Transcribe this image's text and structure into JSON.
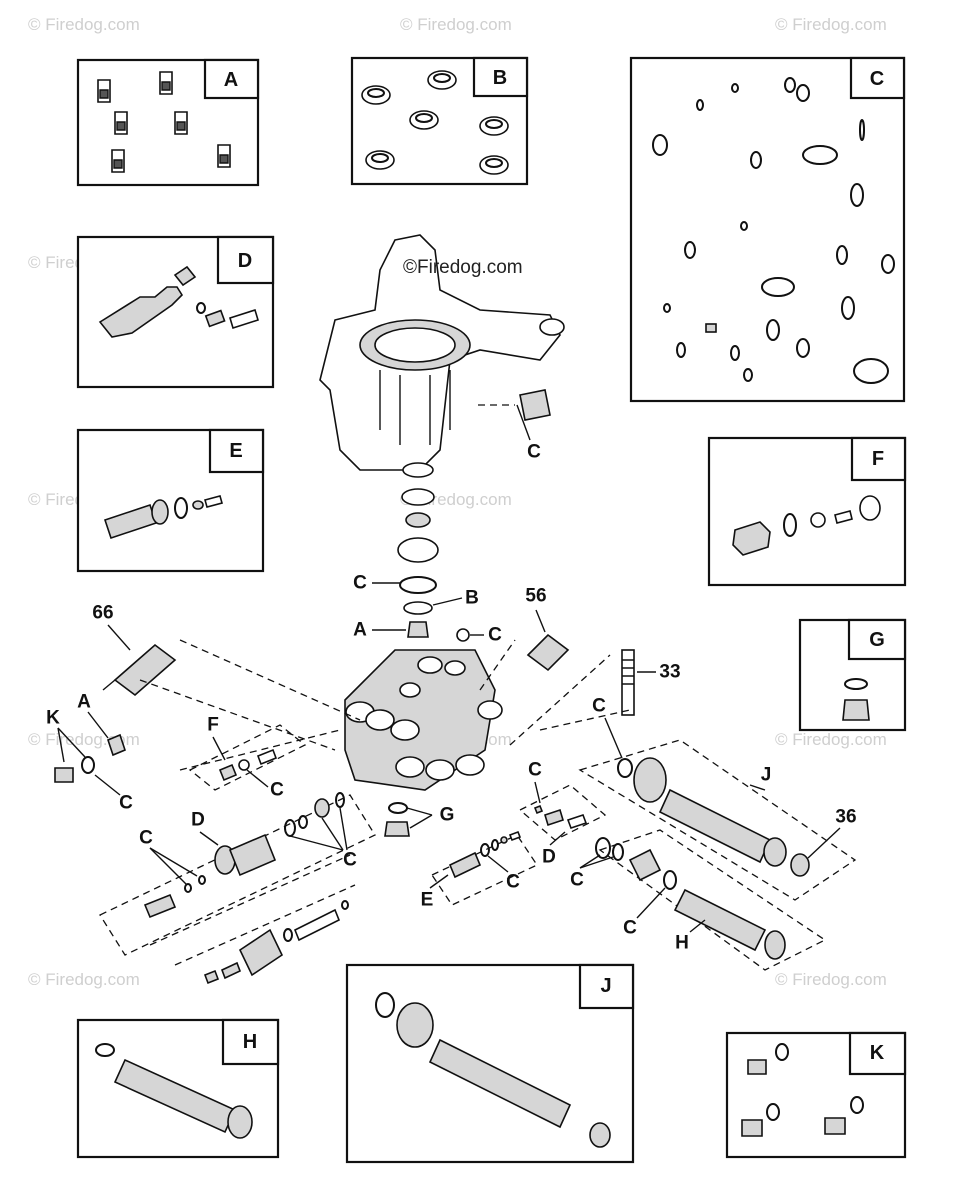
{
  "watermark": {
    "text": "© Firedog.com",
    "main_text": "©Firedog.com"
  },
  "kit_labels": {
    "A": "A",
    "B": "B",
    "C": "C",
    "D": "D",
    "E": "E",
    "F": "F",
    "G": "G",
    "H": "H",
    "J": "J",
    "K": "K"
  },
  "callouts": {
    "c_housing": "C",
    "c_oring": "C",
    "b_seal": "B",
    "a_valve": "A",
    "c_ball": "C",
    "n56": "56",
    "n66": "66",
    "a_left": "A",
    "k_left": "K",
    "c_kleft": "C",
    "f_left": "F",
    "c_f": "C",
    "d_left": "D",
    "c_d_left": "C",
    "c_d_right": "C",
    "g_mid": "G",
    "c_mid": "C",
    "d_mid": "D",
    "c_e": "C",
    "e_mid": "E",
    "n33": "33",
    "c_j": "C",
    "j_mid": "J",
    "n36": "36",
    "c_h1": "C",
    "c_h2": "C",
    "h_mid": "H"
  }
}
